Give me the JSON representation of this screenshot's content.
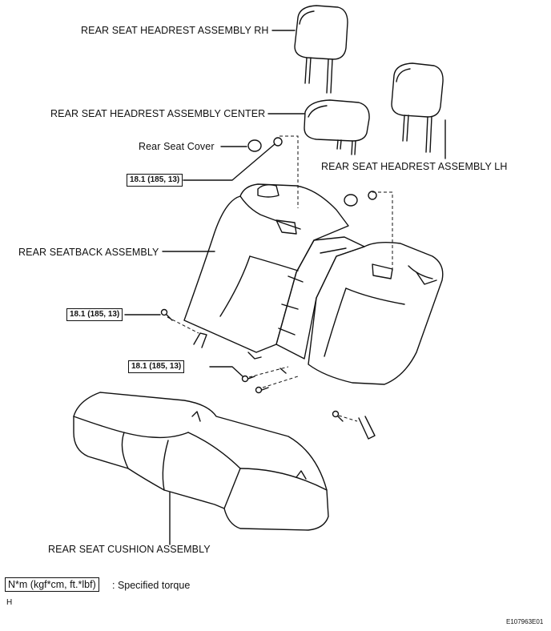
{
  "labels": {
    "headrest_rh": "REAR SEAT HEADREST ASSEMBLY RH",
    "headrest_center": "REAR SEAT HEADREST ASSEMBLY CENTER",
    "seat_cover": "Rear Seat Cover",
    "headrest_lh": "REAR SEAT HEADREST ASSEMBLY LH",
    "seatback": "REAR SEATBACK ASSEMBLY",
    "cushion": "REAR SEAT CUSHION ASSEMBLY"
  },
  "torque": {
    "top": "18.1 (185, 13)",
    "middle": "18.1 (185, 13)",
    "lower": "18.1 (185, 13)"
  },
  "legend": {
    "unit": "N*m (kgf*cm, ft.*lbf)",
    "meaning": ": Specified torque"
  },
  "corner": {
    "letter": "H",
    "code": "E107963E01"
  },
  "colors": {
    "ink": "#111111",
    "paper": "#ffffff"
  }
}
